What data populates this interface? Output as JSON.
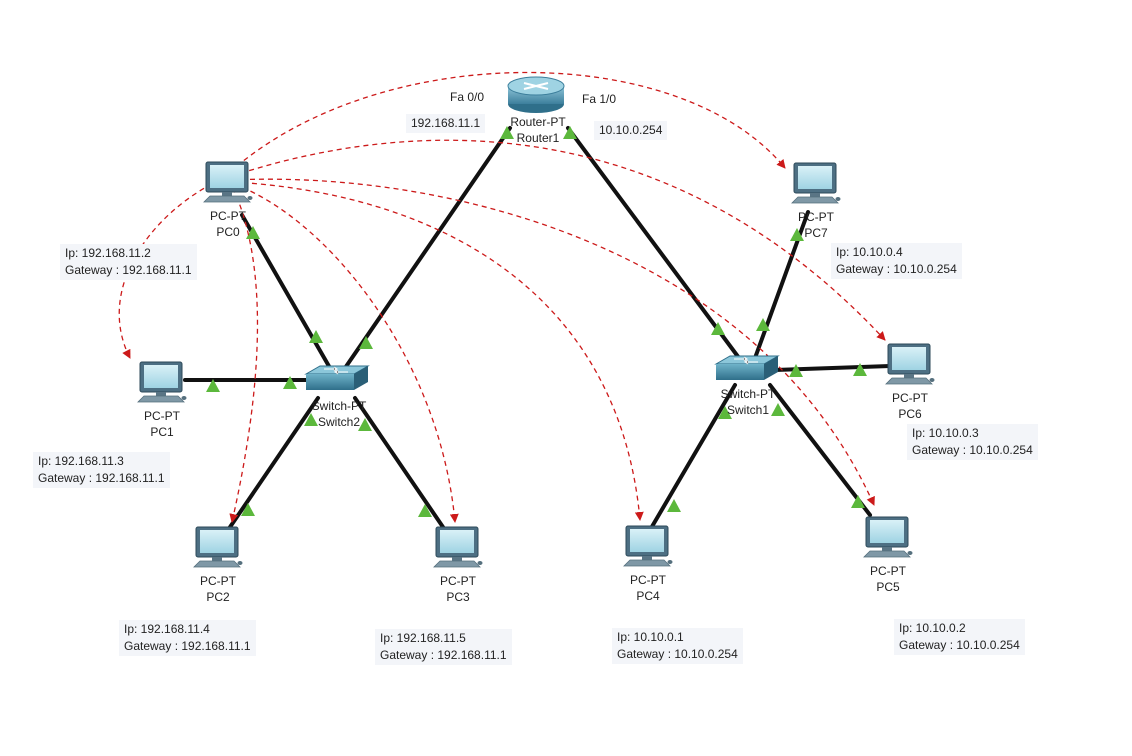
{
  "router": {
    "type": "Router-PT",
    "name": "Router1",
    "if_left": "Fa 0/0",
    "if_right": "Fa 1/0",
    "ip_left": "192.168.11.1",
    "ip_right": "10.10.0.254"
  },
  "switches": [
    {
      "id": "sw2",
      "type": "Switch-PT",
      "name": "Switch2"
    },
    {
      "id": "sw1",
      "type": "Switch-PT",
      "name": "Switch1"
    }
  ],
  "pcs": [
    {
      "id": "pc0",
      "type": "PC-PT",
      "name": "PC0",
      "ip": "Ip: 192.168.11.2",
      "gw": "Gateway : 192.168.11.1"
    },
    {
      "id": "pc1",
      "type": "PC-PT",
      "name": "PC1",
      "ip": "Ip: 192.168.11.3",
      "gw": "Gateway : 192.168.11.1"
    },
    {
      "id": "pc2",
      "type": "PC-PT",
      "name": "PC2",
      "ip": "Ip: 192.168.11.4",
      "gw": "Gateway : 192.168.11.1"
    },
    {
      "id": "pc3",
      "type": "PC-PT",
      "name": "PC3",
      "ip": "Ip: 192.168.11.5",
      "gw": "Gateway : 192.168.11.1"
    },
    {
      "id": "pc4",
      "type": "PC-PT",
      "name": "PC4",
      "ip": "Ip: 10.10.0.1",
      "gw": "Gateway : 10.10.0.254"
    },
    {
      "id": "pc5",
      "type": "PC-PT",
      "name": "PC5",
      "ip": "Ip: 10.10.0.2",
      "gw": "Gateway : 10.10.0.254"
    },
    {
      "id": "pc6",
      "type": "PC-PT",
      "name": "PC6",
      "ip": "Ip: 10.10.0.3",
      "gw": "Gateway : 10.10.0.254"
    },
    {
      "id": "pc7",
      "type": "PC-PT",
      "name": "PC7",
      "ip": "Ip: 10.10.0.4",
      "gw": "Gateway : 10.10.0.254"
    }
  ],
  "colors": {
    "link": "#111111",
    "link_up": "#5cb83c",
    "ping_path": "#cc1a1a",
    "note_bg": "#f3f5f9"
  }
}
